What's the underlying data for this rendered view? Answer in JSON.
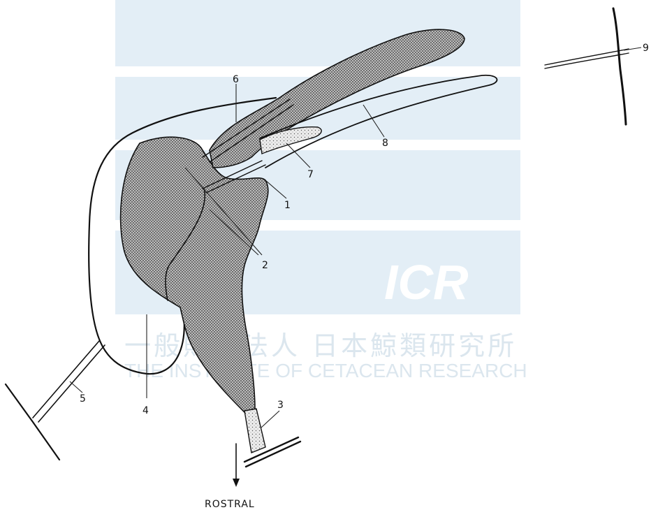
{
  "watermark": {
    "logo": "ICR",
    "name_jp": "一般財団法人 日本鯨類研究所",
    "name_en": "THE INSTITUTE OF CETACEAN RESEARCH"
  },
  "labels": {
    "l1": "1",
    "l2": "2",
    "l3": "3",
    "l4": "4",
    "l5": "5",
    "l6": "6",
    "l7": "7",
    "l8": "8",
    "l9": "9"
  },
  "direction_label": "ROSTRAL",
  "colors": {
    "ink": "#111111",
    "watermark": "#e3eef6"
  }
}
